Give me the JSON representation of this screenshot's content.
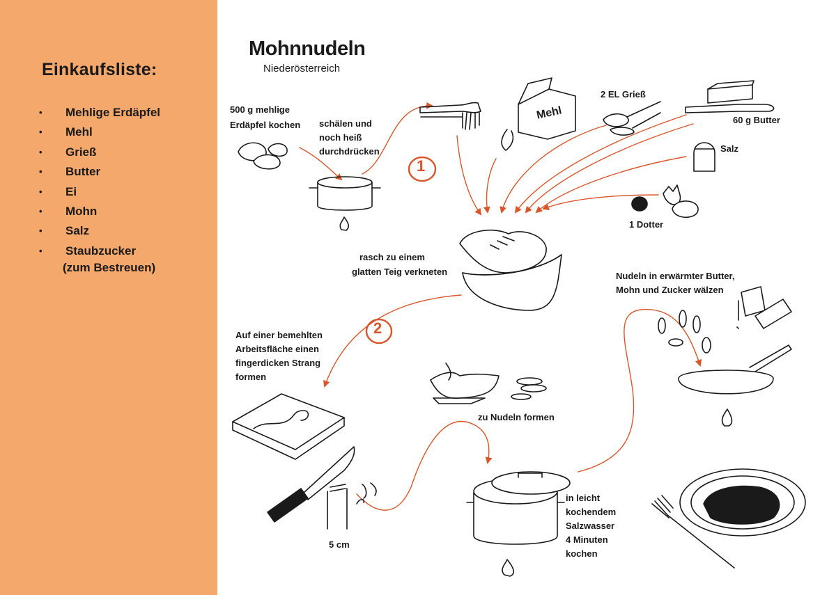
{
  "sidebar": {
    "title": "Einkaufsliste:",
    "items": [
      "Mehlige Erdäpfel",
      "Mehl",
      "Grieß",
      "Butter",
      "Ei",
      "Mohn",
      "Salz",
      "Staubzucker"
    ],
    "items_note": "(zum Bestreuen)"
  },
  "recipe": {
    "title": "Mohnnudeln",
    "subtitle": "Niederösterreich",
    "step1_number": "1",
    "step2_number": "2",
    "labels": {
      "potatoes_a": "500 g mehlige",
      "potatoes_b": "Erdäpfel kochen",
      "press_a": "schälen und",
      "press_b": "noch heiß",
      "press_c": "durchdrücken",
      "flour_bag": "Mehl",
      "semolina": "2 EL Grieß",
      "butter": "60 g Butter",
      "salt": "Salz",
      "yolk": "1 Dotter",
      "knead_a": "rasch zu einem",
      "knead_b": "glatten Teig verkneten",
      "board_a": "Auf einer bemehlten",
      "board_b": "Arbeitsfläche einen",
      "board_c": "fingerdicken Strang",
      "board_d": "formen",
      "shape": "zu Nudeln formen",
      "length": "5 cm",
      "cook_a": "in leicht",
      "cook_b": "kochendem",
      "cook_c": "Salzwasser",
      "cook_d": "4 Minuten",
      "cook_e": "kochen",
      "pan_a": "Nudeln in erwärmter Butter,",
      "pan_b": "Mohn und Zucker wälzen"
    }
  },
  "colors": {
    "sidebar": "#f4a86c",
    "accent": "#d9562b",
    "ink": "#1a1a1a"
  }
}
